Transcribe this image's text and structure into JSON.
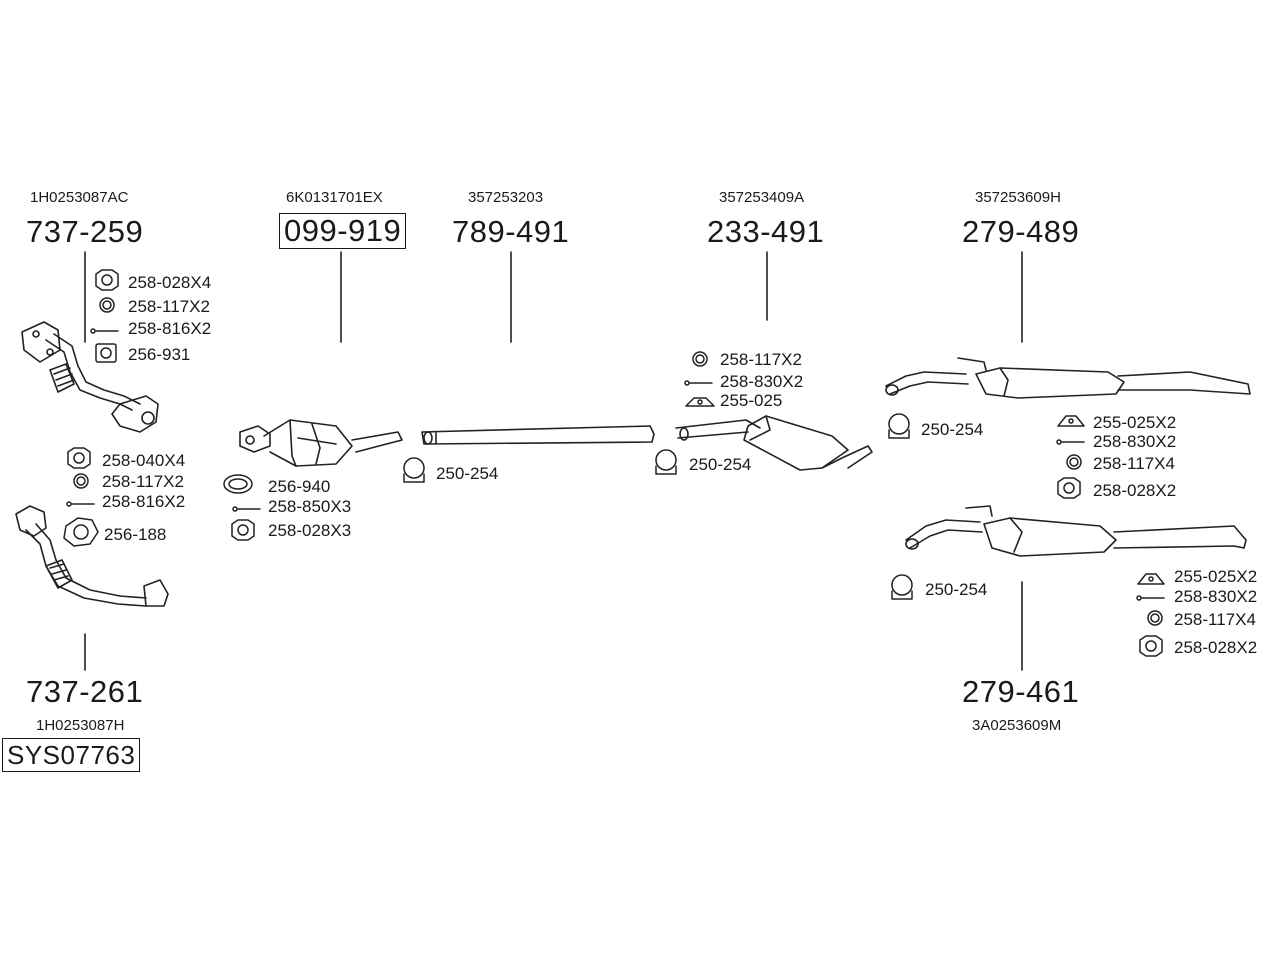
{
  "groups": {
    "front_pipe_1": {
      "oem": "1H0253087AC",
      "part": "737-259",
      "accessories": [
        {
          "code": "258-028X4",
          "icon": "hex-nut-icon"
        },
        {
          "code": "258-117X2",
          "icon": "washer-ring-icon"
        },
        {
          "code": "258-816X2",
          "icon": "bolt-icon"
        },
        {
          "code": "256-931",
          "icon": "gasket-square-icon"
        }
      ]
    },
    "front_pipe_2": {
      "oem": "1H0253087H",
      "part": "737-261",
      "accessories": [
        {
          "code": "258-040X4",
          "icon": "hex-nut-icon"
        },
        {
          "code": "258-117X2",
          "icon": "washer-ring-icon"
        },
        {
          "code": "258-816X2",
          "icon": "bolt-icon"
        },
        {
          "code": "256-188",
          "icon": "gasket-flange-icon"
        }
      ]
    },
    "catalyst": {
      "oem": "6K0131701EX",
      "part": "099-919",
      "accessories": [
        {
          "code": "256-940",
          "icon": "gasket-ring-icon"
        },
        {
          "code": "258-850X3",
          "icon": "bolt-icon"
        },
        {
          "code": "258-028X3",
          "icon": "hex-nut-icon"
        }
      ]
    },
    "pipe": {
      "oem": "357253203",
      "part": "789-491",
      "accessories": [
        {
          "code": "250-254",
          "icon": "clamp-icon"
        }
      ]
    },
    "center_muffler": {
      "oem": "357253409A",
      "part": "233-491",
      "accessories": [
        {
          "code": "258-117X2",
          "icon": "washer-ring-icon"
        },
        {
          "code": "258-830X2",
          "icon": "bolt-icon"
        },
        {
          "code": "255-025",
          "icon": "rubber-hanger-icon"
        },
        {
          "code": "250-254",
          "icon": "clamp-icon"
        }
      ]
    },
    "rear_muffler_1": {
      "oem": "357253609H",
      "part": "279-489",
      "accessories": [
        {
          "code": "250-254",
          "icon": "clamp-icon"
        },
        {
          "code": "255-025X2",
          "icon": "rubber-hanger-icon"
        },
        {
          "code": "258-830X2",
          "icon": "bolt-icon"
        },
        {
          "code": "258-117X4",
          "icon": "washer-ring-icon"
        },
        {
          "code": "258-028X2",
          "icon": "hex-nut-icon"
        }
      ]
    },
    "rear_muffler_2": {
      "oem": "3A0253609M",
      "part": "279-461",
      "accessories": [
        {
          "code": "250-254",
          "icon": "clamp-icon"
        },
        {
          "code": "255-025X2",
          "icon": "rubber-hanger-icon"
        },
        {
          "code": "258-830X2",
          "icon": "bolt-icon"
        },
        {
          "code": "258-117X4",
          "icon": "washer-ring-icon"
        },
        {
          "code": "258-028X2",
          "icon": "hex-nut-icon"
        }
      ]
    }
  },
  "system_code": "SYS07763"
}
